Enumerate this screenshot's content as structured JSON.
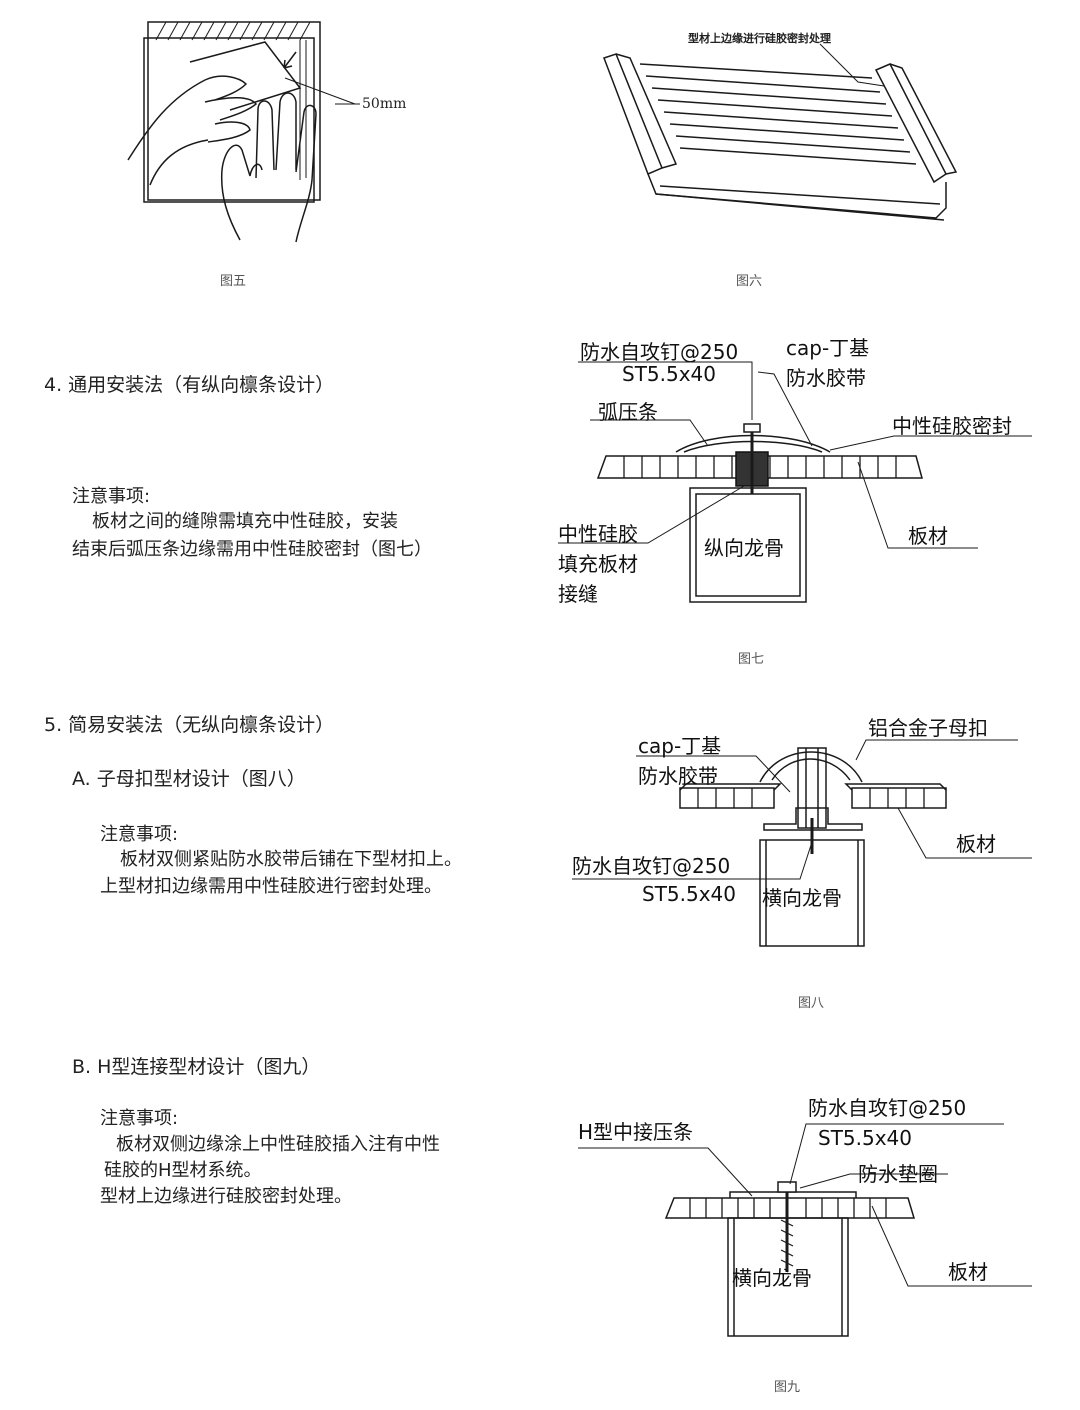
{
  "figures": {
    "fig5": {
      "caption": "图五",
      "dimension": "50mm"
    },
    "fig6": {
      "caption": "图六",
      "note": "型材上边缘进行硅胶密封处理"
    },
    "fig7": {
      "caption": "图七",
      "screw": "防水自攻钉@250",
      "screw_spec": "ST5.5x40",
      "tape_1": "cap-丁基",
      "tape_2": "防水胶带",
      "arc_strip": "弧压条",
      "sealant": "中性硅胶密封",
      "fill_1": "中性硅胶",
      "fill_2": "填充板材",
      "fill_3": "接缝",
      "purlin": "纵向龙骨",
      "panel": "板材"
    },
    "fig8": {
      "caption": "图八",
      "tape_1": "cap-丁基",
      "tape_2": "防水胶带",
      "clip": "铝合金子母扣",
      "panel": "板材",
      "screw": "防水自攻钉@250",
      "screw_spec": "ST5.5x40",
      "purlin": "横向龙骨"
    },
    "fig9": {
      "caption": "图九",
      "h_strip": "H型中接压条",
      "screw": "防水自攻钉@250",
      "screw_spec": "ST5.5x40",
      "washer": "防水垫圈",
      "panel": "板材",
      "purlin": "横向龙骨"
    }
  },
  "sections": {
    "s4": {
      "heading": "4. 通用安装法（有纵向檩条设计）",
      "note_title": "注意事项:",
      "line1": "板材之间的缝隙需填充中性硅胶，安装",
      "line2": "结束后弧压条边缘需用中性硅胶密封（图七）"
    },
    "s5": {
      "heading": "5. 简易安装法（无纵向檩条设计）",
      "sub_a": "A. 子母扣型材设计（图八）",
      "a_note_title": "注意事项:",
      "a_line1": "板材双侧紧贴防水胶带后铺在下型材扣上。",
      "a_line2": "上型材扣边缘需用中性硅胶进行密封处理。",
      "sub_b": "B. H型连接型材设计（图九）",
      "b_note_title": "注意事项:",
      "b_line1": "板材双侧边缘涂上中性硅胶插入注有中性",
      "b_line2": "硅胶的H型材系统。",
      "b_line3": "型材上边缘进行硅胶密封处理。"
    }
  }
}
